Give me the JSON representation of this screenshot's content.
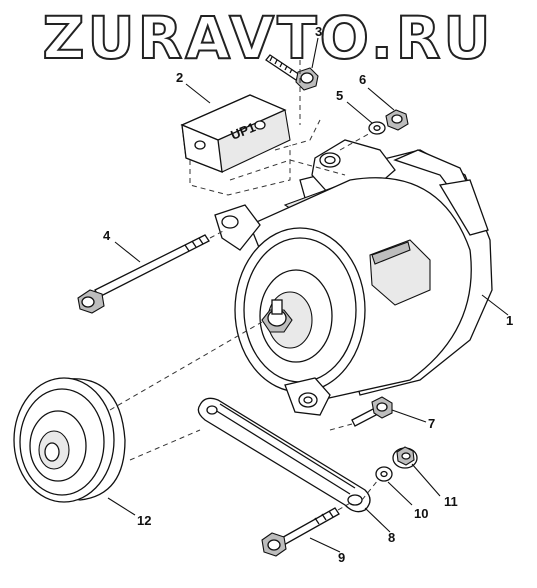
{
  "watermark": {
    "text": "ZURAVTO.RU"
  },
  "callouts": [
    {
      "id": "1",
      "label": "1"
    },
    {
      "id": "2",
      "label": "2"
    },
    {
      "id": "3",
      "label": "3"
    },
    {
      "id": "4",
      "label": "4"
    },
    {
      "id": "5",
      "label": "5"
    },
    {
      "id": "6",
      "label": "6"
    },
    {
      "id": "7",
      "label": "7"
    },
    {
      "id": "8",
      "label": "8"
    },
    {
      "id": "9",
      "label": "9"
    },
    {
      "id": "10",
      "label": "10"
    },
    {
      "id": "11",
      "label": "11"
    },
    {
      "id": "12",
      "label": "12"
    }
  ],
  "bracket_marking": "UP1"
}
